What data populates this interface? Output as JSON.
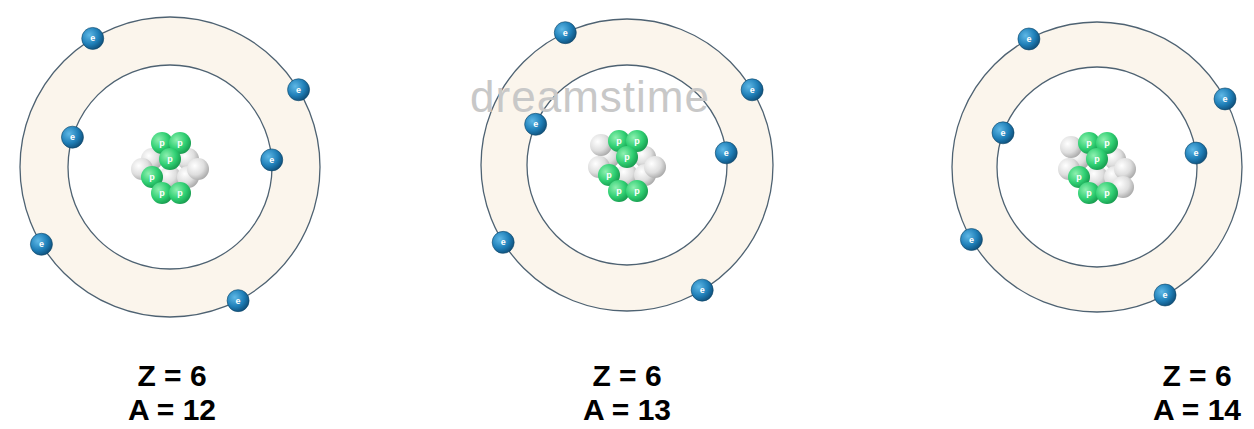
{
  "diagram": {
    "labels": [
      "e",
      "e",
      "e",
      "e",
      "e",
      "e",
      "p",
      "p",
      "p",
      "p",
      "p",
      "p",
      "e",
      "e",
      "e",
      "e",
      "e",
      "e",
      "p",
      "p",
      "p",
      "p",
      "p",
      "p",
      "e",
      "e",
      "e",
      "e",
      "e",
      "e",
      "p",
      "p",
      "p",
      "p",
      "p",
      "p",
      "dreamstime",
      "Z = 6",
      "A = 12",
      "Z = 6",
      "A = 13",
      "Z = 6",
      "A = 14"
    ]
  }
}
